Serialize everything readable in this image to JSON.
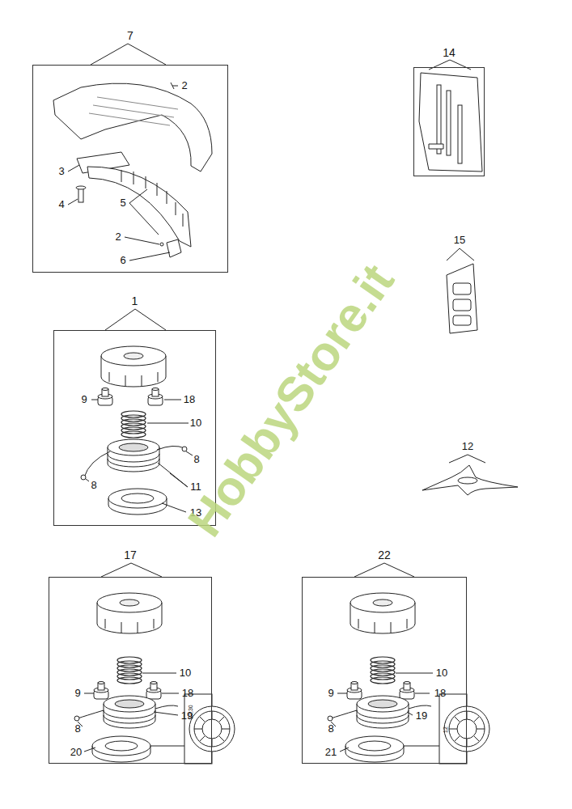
{
  "diagram": {
    "nodes": [
      {
        "text": [
          "7"
        ]
      },
      {
        "text": [
          "14"
        ]
      },
      {
        "text": [
          "1"
        ]
      },
      {
        "text": [
          "17"
        ]
      },
      {
        "text": [
          "22"
        ]
      }
    ],
    "labels": [
      "2",
      "3",
      "4",
      "5",
      "2",
      "6",
      "15",
      "12",
      "9",
      "18",
      "10",
      "8",
      "8",
      "11",
      "13",
      "9",
      "18",
      "10",
      "8",
      "19",
      "20",
      "22,30",
      "9",
      "18",
      "10",
      "8",
      "19",
      "21",
      "12",
      "HobbyStore.it"
    ]
  }
}
